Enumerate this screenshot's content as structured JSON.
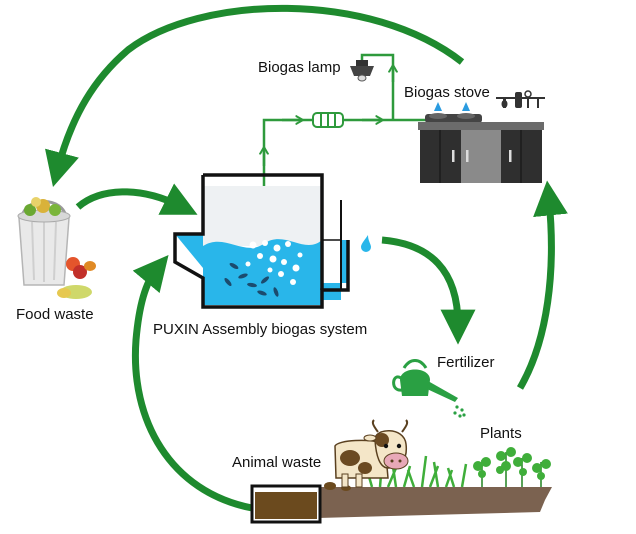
{
  "labels": {
    "biogas_lamp": "Biogas lamp",
    "biogas_stove": "Biogas stove",
    "food_waste": "Food waste",
    "system": "PUXIN Assembly biogas system",
    "fertilizer": "Fertilizer",
    "plants": "Plants",
    "animal_waste": "Animal waste"
  },
  "colors": {
    "cycle_arrow": "#1e8a2e",
    "pipe": "#2e9a3c",
    "water": "#29b6ea",
    "water_light": "#bfe6f7",
    "tank_frame": "#111111",
    "cabinet": "#2f2f2f",
    "cabinet_door": "#8a8a8a",
    "soil": "#7b6250",
    "manure": "#6b4a1e",
    "grass": "#3fae3a"
  },
  "icons": {
    "lamp": "ceiling-lamp-icon",
    "stove": "gas-stove-icon",
    "bin": "food-bin-icon",
    "can": "watering-can-icon",
    "cow": "cow-icon",
    "plants": "seedling-icon",
    "filter": "gas-filter-icon",
    "drop": "water-drop-icon"
  }
}
